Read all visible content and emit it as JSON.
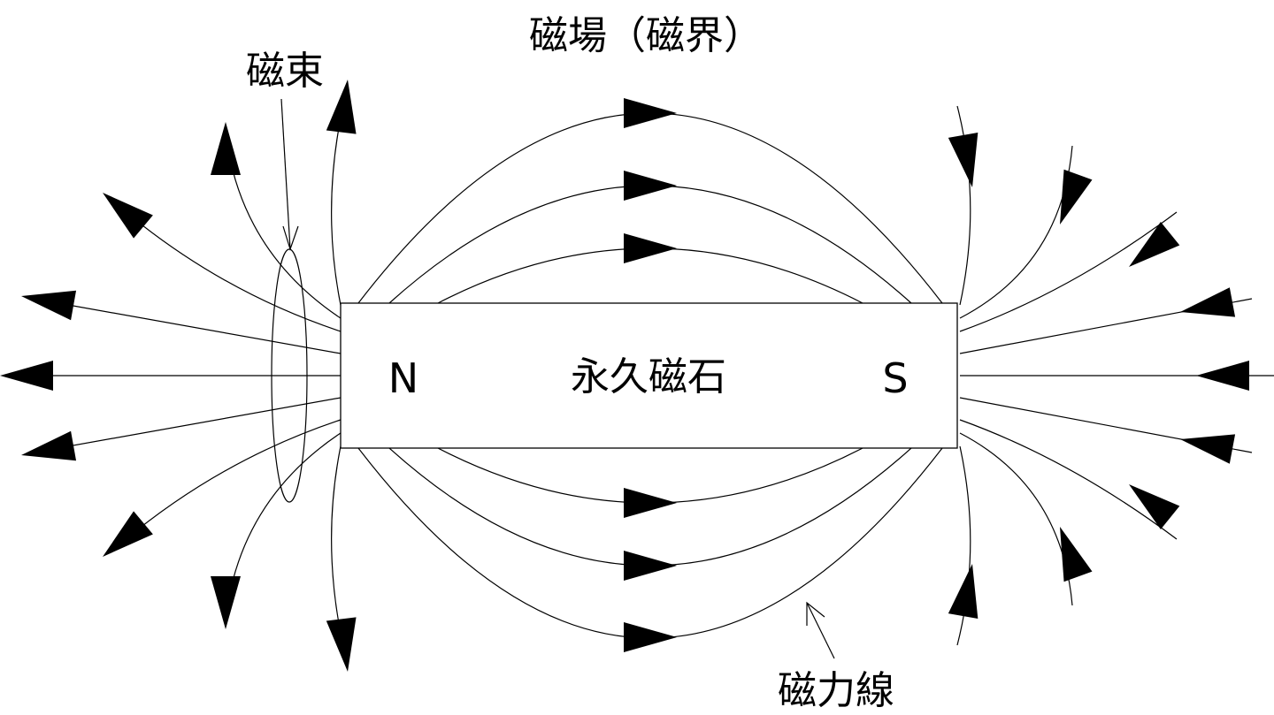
{
  "title": "磁場（磁界）",
  "labels": {
    "magnetic_flux": "磁束",
    "field_lines": "磁力線",
    "magnet": "永久磁石",
    "north_pole": "N",
    "south_pole": "S"
  },
  "colors": {
    "ink": "#000000",
    "background": "#ffffff"
  }
}
